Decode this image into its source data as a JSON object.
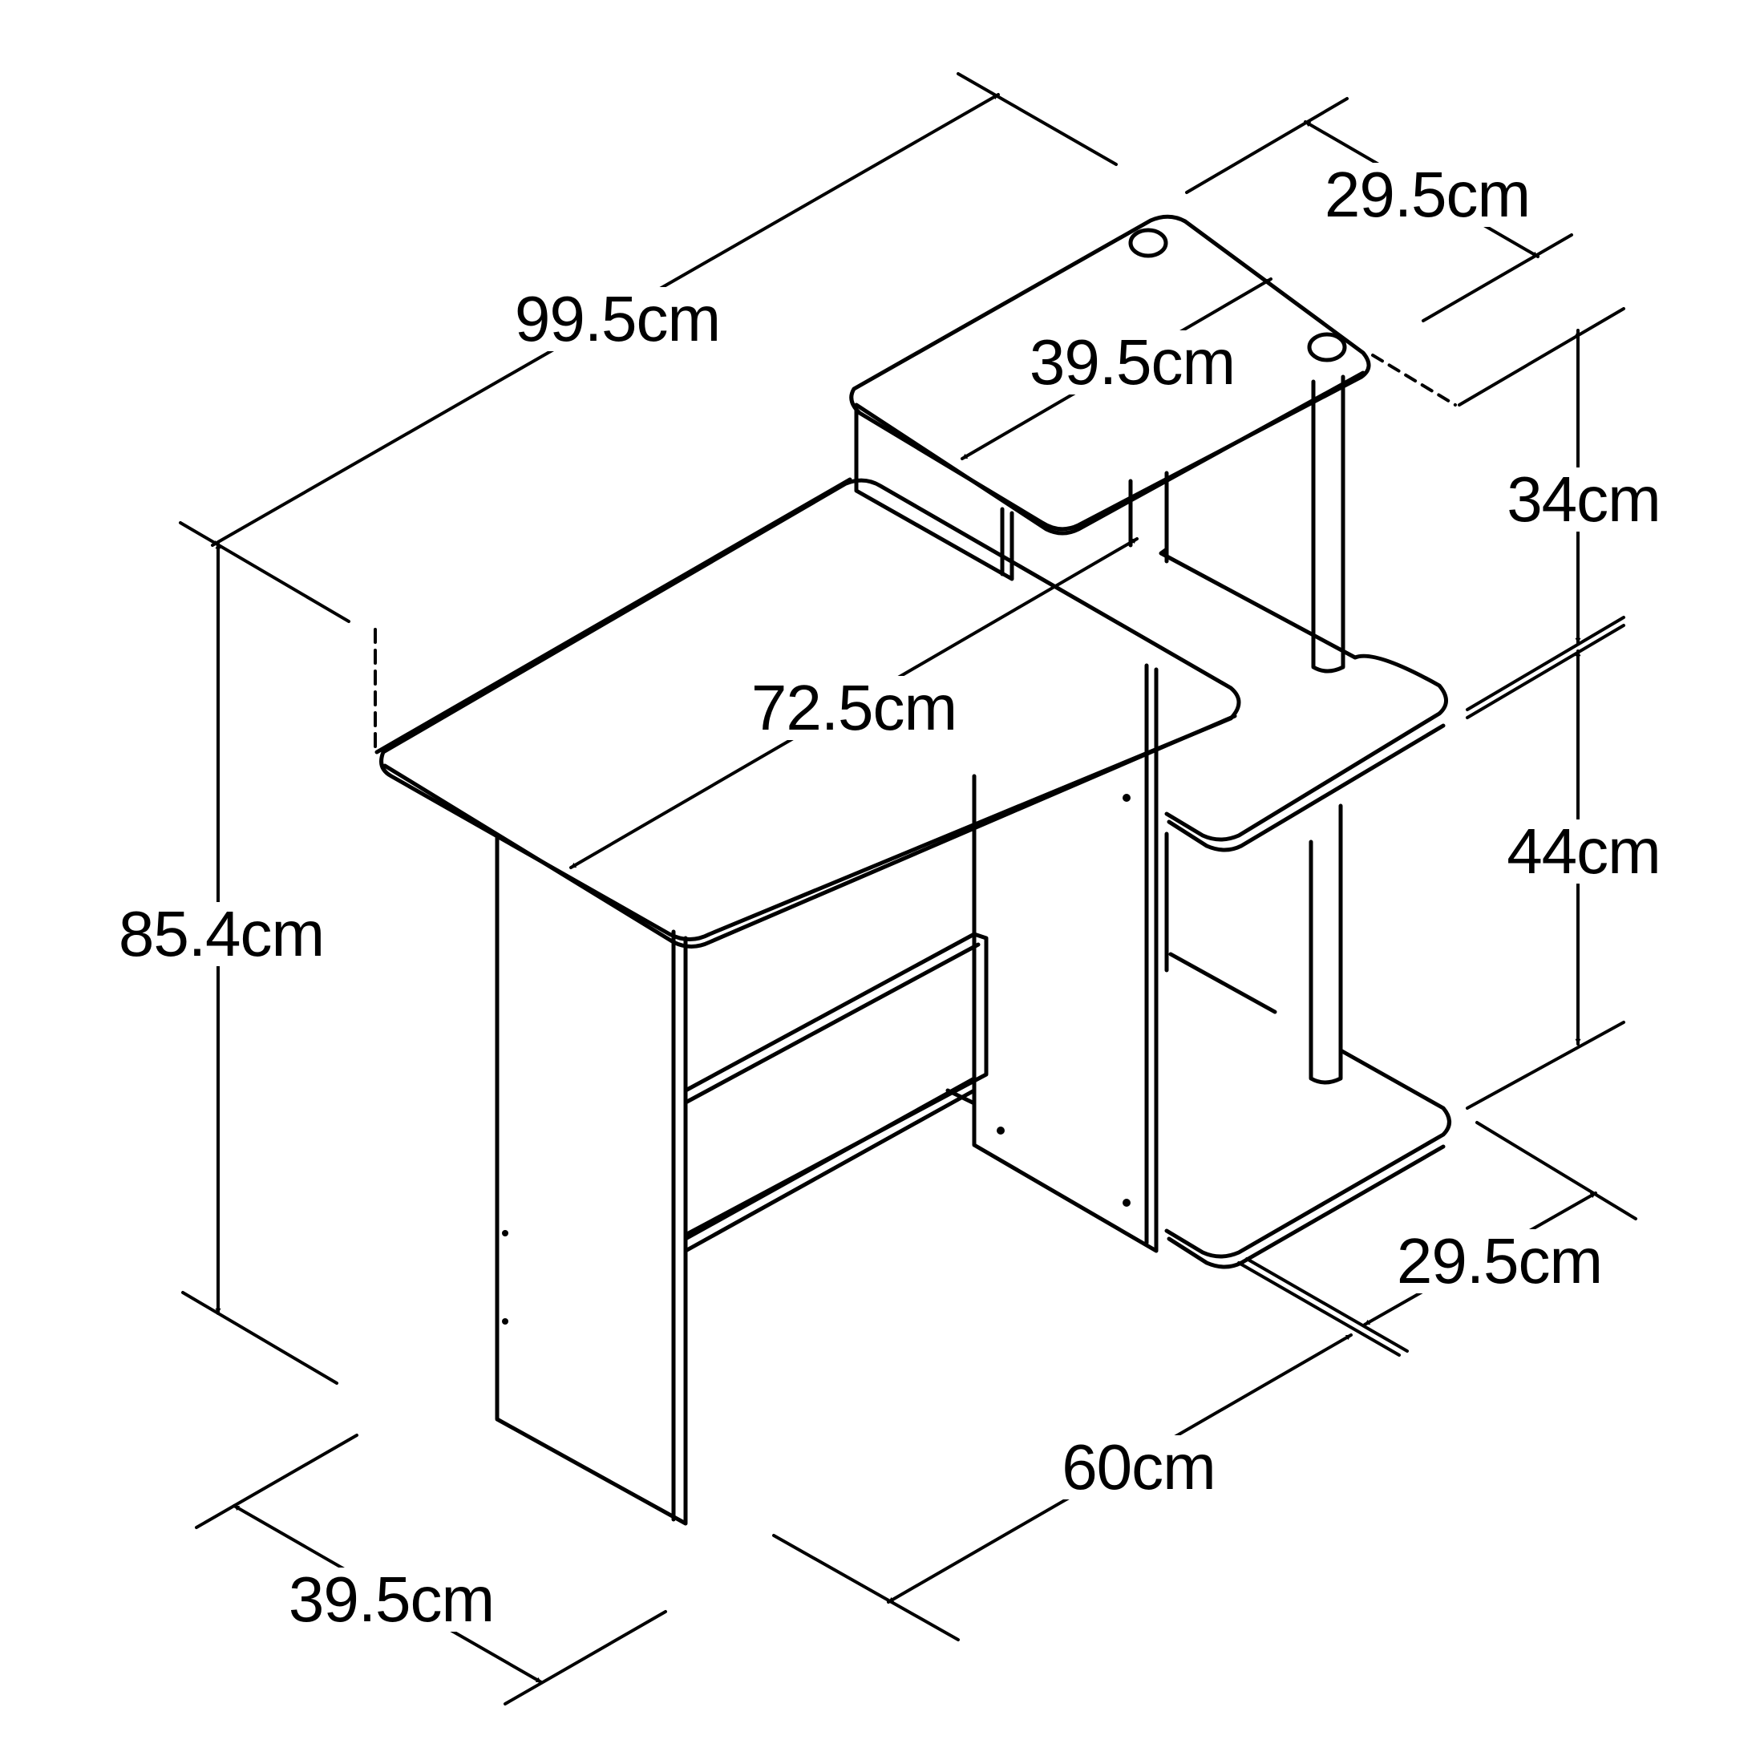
{
  "colors": {
    "line": "#000000",
    "background": "#ffffff"
  },
  "dimensions": {
    "overall_width": "99.5cm",
    "top_shelf_depth": "29.5cm",
    "top_shelf_width": "39.5cm",
    "desk_top_width": "72.5cm",
    "total_height": "85.4cm",
    "upper_shelf_height": "34cm",
    "lower_shelf_height": "44cm",
    "base_shelf_depth": "29.5cm",
    "desk_depth": "60cm",
    "leg_depth": "39.5cm"
  }
}
